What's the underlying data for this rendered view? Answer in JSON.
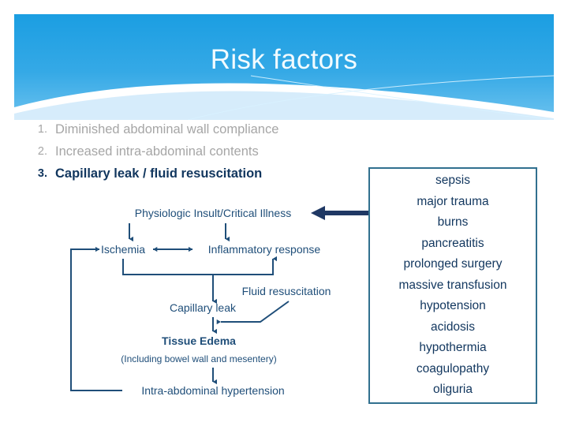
{
  "slide": {
    "title": "Risk factors",
    "background_color": "#ffffff",
    "banner_color_top": "#1f9fe0",
    "banner_color_bottom": "#63bdee",
    "title_color": "#f2fbff"
  },
  "risk_list": {
    "items": [
      {
        "number": "1.",
        "label": "Diminished abdominal wall compliance",
        "state": "dim"
      },
      {
        "number": "2.",
        "label": "Increased intra-abdominal contents",
        "state": "dim"
      },
      {
        "number": "3.",
        "label": "Capillary leak / fluid resuscitation",
        "state": "active"
      }
    ],
    "dim_color": "#a6a6a6",
    "active_color": "#11365e"
  },
  "flowchart": {
    "line_color": "#1f4e79",
    "nodes": [
      {
        "id": "physiologic-insult",
        "label": "Physiologic Insult/Critical Illness"
      },
      {
        "id": "ischemia",
        "label": "Ischemia"
      },
      {
        "id": "inflammatory-response",
        "label": "Inflammatory response"
      },
      {
        "id": "fluid-resuscitation",
        "label": "Fluid resuscitation"
      },
      {
        "id": "capillary-leak",
        "label": "Capillary leak"
      },
      {
        "id": "tissue-edema",
        "label": "Tissue Edema"
      },
      {
        "id": "tissue-edema-note",
        "label": "(Including bowel wall and mesentery)"
      },
      {
        "id": "intra-abdominal-hypertension",
        "label": "Intra-abdominal hypertension"
      }
    ]
  },
  "causes_box": {
    "border_color": "#31708f",
    "text_color": "#11365e",
    "items": [
      "sepsis",
      "major trauma",
      "burns",
      "pancreatitis",
      "prolonged surgery",
      "massive transfusion",
      "hypotension",
      "acidosis",
      "hypothermia",
      "coagulopathy",
      "oliguria"
    ]
  },
  "connector": {
    "name": "causes-to-insult-arrow",
    "color": "#1f3864",
    "direction": "left"
  }
}
